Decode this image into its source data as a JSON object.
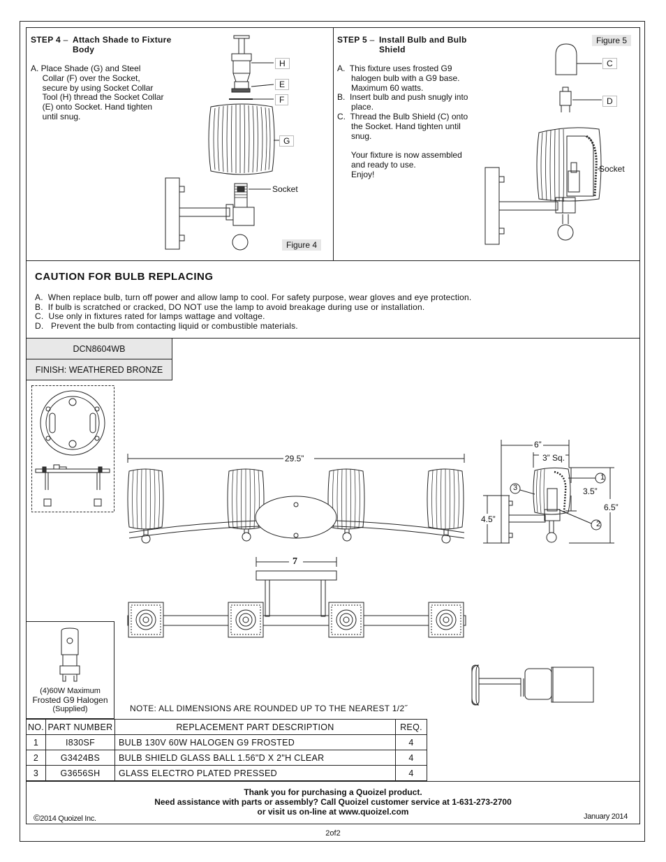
{
  "step4": {
    "title_num": "STEP 4",
    "title_line1": "Attach Shade to Fixture",
    "title_line2": "Body",
    "text": "A. Place Shade (G) and Steel\n     Collar (F) over the Socket,\n     secure by using Socket Collar\n     Tool (H) thread the Socket Collar\n     (E) onto Socket. Hand tighten\n     until snug.",
    "labels": {
      "h": "H",
      "e": "E",
      "f": "F",
      "g": "G",
      "socket": "Socket"
    },
    "figure": "Figure 4"
  },
  "step5": {
    "title_num": "STEP 5",
    "title_line1": "Install Bulb and Bulb",
    "title_line2": "Shield",
    "text": "A.  This fixture uses frosted G9\n      halogen bulb with a G9 base.\n      Maximum 60 watts.\nB.  Insert bulb and push snugly into\n      place.\nC.  Thread the Bulb Shield (C) onto\n      the Socket. Hand tighten until\n      snug.\n\n      Your fixture is now assembled\n      and ready to use.\n      Enjoy!",
    "labels": {
      "c": "C",
      "d": "D",
      "socket": "Socket"
    },
    "figure": "Figure 5"
  },
  "caution": {
    "title": "CAUTION FOR BULB REPLACING",
    "text": "A.  When replace bulb, turn off power and allow lamp to cool. For safety purpose, wear gloves and eye protection.\nB.  If bulb is scratched or cracked, DO NOT use the lamp to avoid breakage during use or installation.\nC.  Use only in fixtures rated for lamps wattage and voltage.\nD.   Prevent the bulb from contacting liquid or combustible materials."
  },
  "model": {
    "number": "DCN8604WB",
    "finish": "FINISH: WEATHERED BRONZE"
  },
  "dimensions": {
    "width": "29.5”",
    "spacing": "7",
    "depth": "6”",
    "backplate": "3” Sq.",
    "shade_height": "3.5”",
    "overall_height": "6.5”",
    "arm_height": "4.5”",
    "callout1": "1",
    "callout2": "2",
    "callout3": "3",
    "note": "NOTE:  ALL DIMENSIONS ARE ROUNDED UP TO THE NEAREST  1/2˝"
  },
  "bulb": {
    "line1": "(4)60W Maximum",
    "line2": "Frosted G9 Halogen",
    "line3": "(Supplied)"
  },
  "parts_table": {
    "headers": [
      "NO.",
      "PART NUMBER",
      "REPLACEMENT PART DESCRIPTION",
      "REQ."
    ],
    "rows": [
      [
        "1",
        "I830SF",
        "BULB 130V 60W HALOGEN G9 FROSTED",
        "4"
      ],
      [
        "2",
        "G3424BS",
        "BULB SHIELD GLASS BALL 1.56\"D X 2\"H CLEAR",
        "4"
      ],
      [
        "3",
        "G3656SH",
        "GLASS ELECTRO PLATED PRESSED",
        "4"
      ]
    ]
  },
  "footer": {
    "line1": "Thank you for purchasing a Quoizel product.",
    "line2": "Need assistance with parts or assembly? Call Quoizel customer service at 1-631-273-2700",
    "line3": "or visit us on-line at www.quoizel.com",
    "copyright": "2014  Quoizel Inc.",
    "date": "January 2014",
    "page": "2of2"
  }
}
